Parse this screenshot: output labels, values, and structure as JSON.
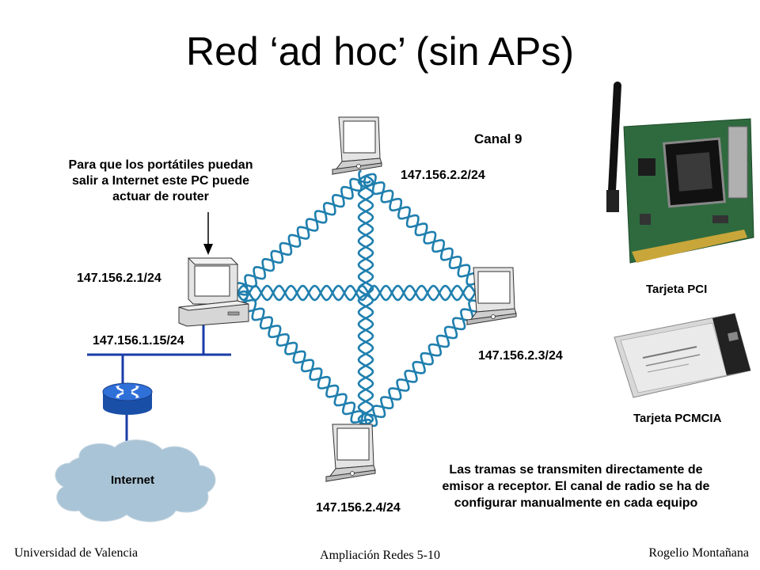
{
  "title": "Red ‘ad hoc’ (sin APs)",
  "channel_label": "Canal 9",
  "router_note": "Para que los portátiles puedan salir a Internet este PC puede actuar de router",
  "ip_pc": "147.156.2.1/24",
  "ip_pc_wired": "147.156.1.15/24",
  "ip_laptop_top": "147.156.2.2/24",
  "ip_laptop_right": "147.156.2.3/24",
  "ip_laptop_bottom": "147.156.2.4/24",
  "internet_label": "Internet",
  "card_pci_label": "Tarjeta PCI",
  "card_pcmcia_label": "Tarjeta PCMCIA",
  "frames_note": "Las tramas se transmiten directamente de emisor a receptor. El canal de radio se ha de configurar manualmente en cada equipo",
  "footer_left": "Universidad de Valencia",
  "footer_center": "Ampliación Redes 5-10",
  "footer_right": "Rogelio Montañana",
  "card_pci_text": "",
  "card_pcmcia_text": "",
  "colors": {
    "wave": "#1f7fae",
    "lan": "#1a3ca8",
    "router": "#1f5fc8",
    "cloud": "#a9c4d6"
  },
  "icons": [
    "laptop-icon",
    "desktop-pc-icon",
    "router-icon",
    "cloud-icon",
    "pci-card-icon",
    "pcmcia-card-icon",
    "arrow-icon"
  ]
}
